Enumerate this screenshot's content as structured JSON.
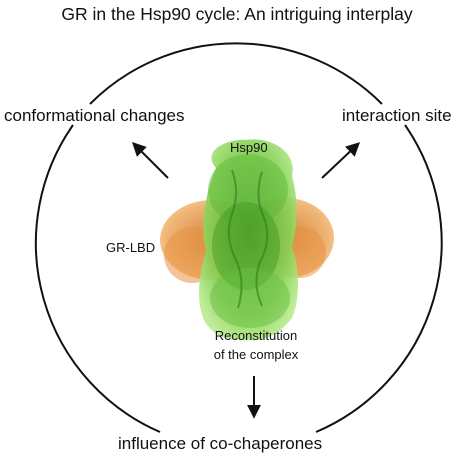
{
  "title": "GR in the Hsp90 cycle: An intriguing interplay",
  "nodes": {
    "left": "conformational changes",
    "right": "interaction site",
    "bottom": "influence of co-chaperones"
  },
  "structure": {
    "hsp90_label": "Hsp90",
    "gr_lbd_label": "GR-LBD",
    "center_line1": "Reconstitution",
    "center_line2": "of the complex"
  },
  "colors": {
    "hsp90_green": "#7fcf4a",
    "gr_lbd_orange": "#f0a75a",
    "line": "#111111"
  }
}
